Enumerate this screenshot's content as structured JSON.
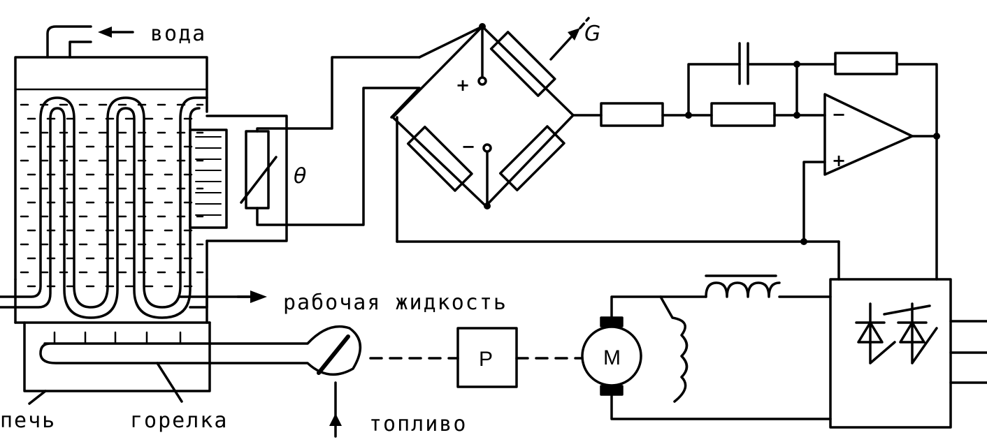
{
  "labels": {
    "water": "вода",
    "working_fluid": "рабочая жидкость",
    "furnace": "печь",
    "burner": "горелка",
    "fuel": "топливо",
    "theta": "θ",
    "g": "G",
    "regulator": "P",
    "motor": "M",
    "plus_top": "+",
    "minus_bottom": "−",
    "opamp_minus": "−",
    "opamp_plus": "+"
  },
  "colors": {
    "ink": "#000000",
    "paper": "#ffffff"
  }
}
